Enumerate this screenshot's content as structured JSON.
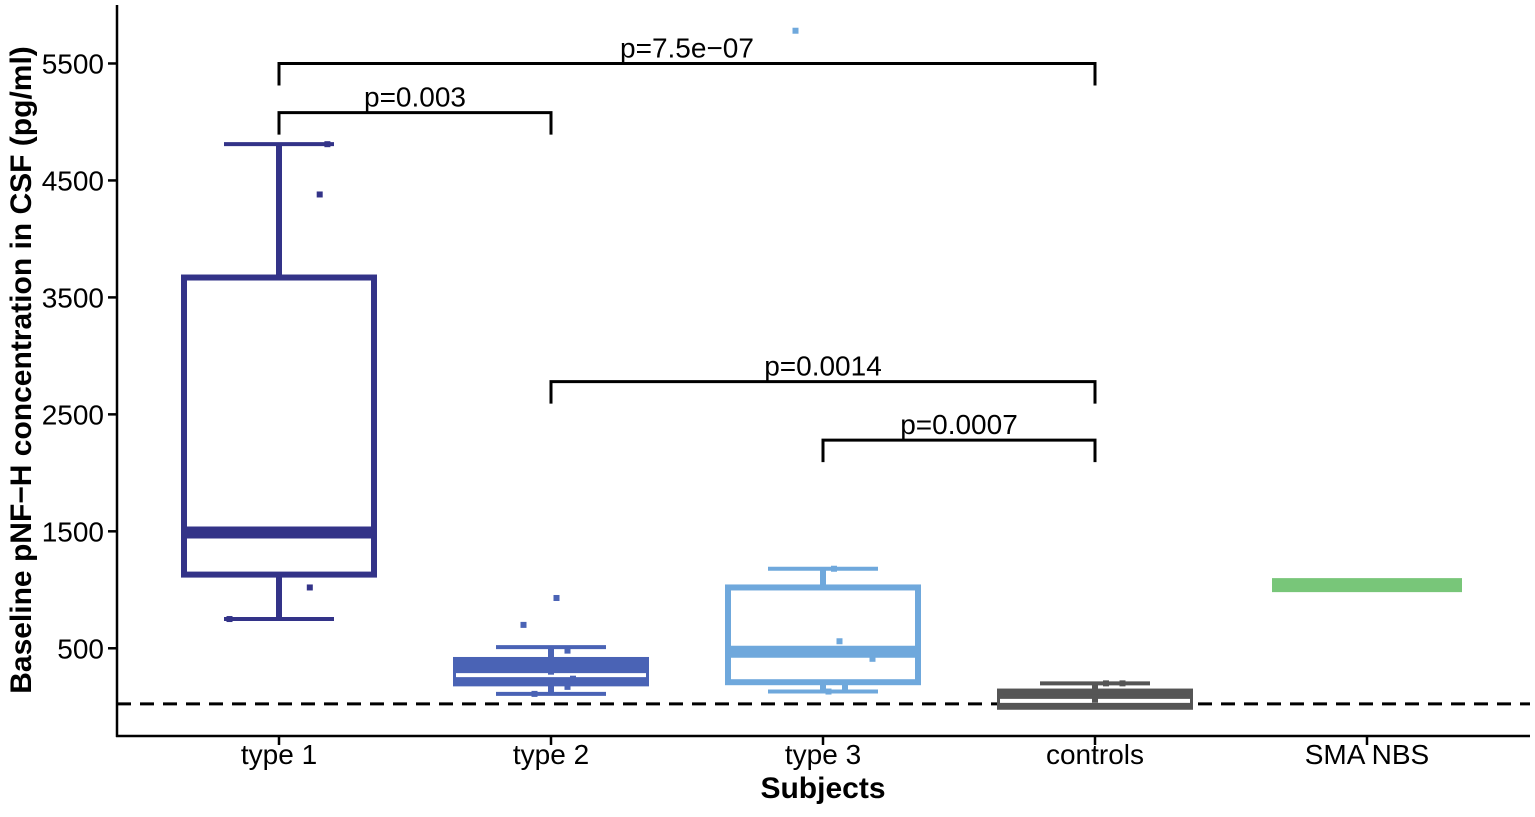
{
  "chart_data": {
    "type": "box",
    "xlabel": "Subjects",
    "ylabel": "Baseline pNF−H concentration in CSF (pg/ml)",
    "ylim": [
      -250,
      6000
    ],
    "yticks": [
      500,
      1500,
      2500,
      3500,
      4500,
      5500
    ],
    "reference_line": {
      "y": 25,
      "style": "dashed"
    },
    "categories": [
      "type 1",
      "type 2",
      "type 3",
      "controls",
      "SMA NBS"
    ],
    "boxes": [
      {
        "name": "type 1",
        "color": "#333388",
        "filled": false,
        "min": 750,
        "q1": 1130,
        "median": 1490,
        "q3": 3670,
        "max": 4810,
        "points": [
          [
            -0.45,
            750
          ],
          [
            0.28,
            1020
          ],
          [
            0.37,
            4380
          ],
          [
            0.44,
            4810
          ]
        ]
      },
      {
        "name": "type 2",
        "color": "#4A63B5",
        "filled": true,
        "min": 110,
        "q1": 200,
        "median": 270,
        "q3": 400,
        "max": 510,
        "points": [
          [
            -0.15,
            110
          ],
          [
            0.0,
            130
          ],
          [
            0.15,
            170
          ],
          [
            0.2,
            240
          ],
          [
            0.0,
            300
          ],
          [
            0.15,
            480
          ],
          [
            0.0,
            490
          ],
          [
            -0.25,
            700
          ],
          [
            0.05,
            930
          ]
        ]
      },
      {
        "name": "type 3",
        "color": "#6FA8DC",
        "filled": false,
        "min": 130,
        "q1": 210,
        "median": 470,
        "q3": 1020,
        "max": 1180,
        "points": [
          [
            0.05,
            130
          ],
          [
            0.2,
            170
          ],
          [
            0.45,
            410
          ],
          [
            0.15,
            560
          ],
          [
            0.1,
            1180
          ],
          [
            -0.25,
            5780
          ]
        ]
      },
      {
        "name": "controls",
        "color": "#555555",
        "filled": true,
        "min": 0,
        "q1": 0,
        "median": 50,
        "q3": 130,
        "max": 200,
        "points": [
          [
            0.1,
            200
          ],
          [
            0.25,
            200
          ],
          [
            0.0,
            60
          ]
        ]
      },
      {
        "name": "SMA NBS",
        "color": "#78C679",
        "filled": true,
        "min": 1040,
        "q1": 1040,
        "median": 1040,
        "q3": 1040,
        "max": 1040,
        "points": []
      }
    ],
    "annotations": [
      {
        "from": "type 1",
        "to": "controls",
        "y": 5500,
        "text": "p=7.5e−07"
      },
      {
        "from": "type 1",
        "to": "type 2",
        "y": 5080,
        "text": "p=0.003"
      },
      {
        "from": "type 2",
        "to": "controls",
        "y": 2780,
        "text": "p=0.0014"
      },
      {
        "from": "type 3",
        "to": "controls",
        "y": 2280,
        "text": "p=0.0007"
      }
    ]
  }
}
